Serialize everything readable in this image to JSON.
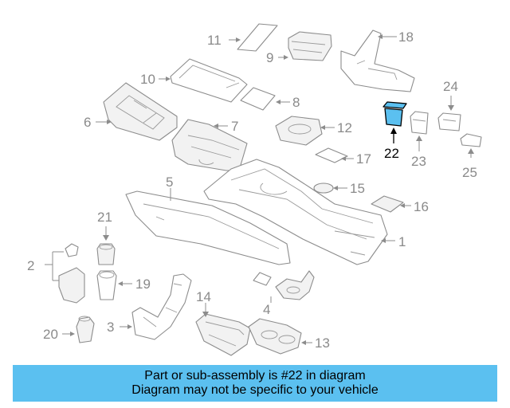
{
  "diagram": {
    "highlight_color": "#5bc0f0",
    "highlighted_part": "22",
    "callouts": {
      "c1": "1",
      "c2": "2",
      "c3": "3",
      "c4": "4",
      "c5": "5",
      "c6": "6",
      "c7": "7",
      "c8": "8",
      "c9": "9",
      "c10": "10",
      "c11": "11",
      "c12": "12",
      "c13": "13",
      "c14": "14",
      "c15": "15",
      "c16": "16",
      "c17": "17",
      "c18": "18",
      "c19": "19",
      "c20": "20",
      "c21": "21",
      "c22": "22",
      "c23": "23",
      "c24": "24",
      "c25": "25"
    }
  },
  "banner": {
    "line1": "Part or sub-assembly is #22 in diagram",
    "line2": "Diagram may not be specific to your vehicle",
    "background": "#5bc0f0"
  }
}
